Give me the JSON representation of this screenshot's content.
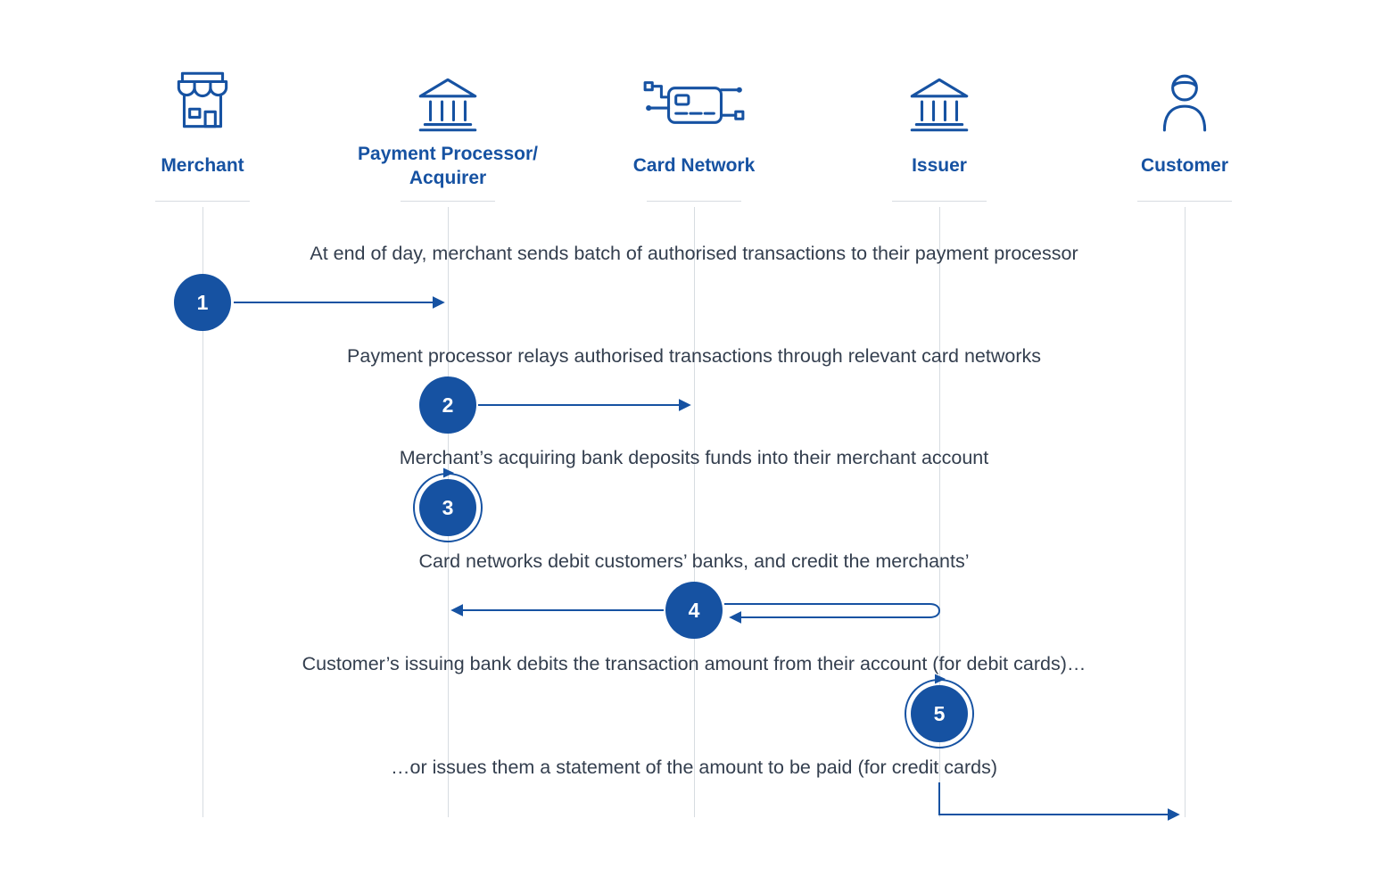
{
  "diagram_title": "card-payment-settlement-sequence",
  "colors": {
    "accent": "#1652a2",
    "text": "#333e4e",
    "lifeline": "#d7dce1"
  },
  "actors": [
    {
      "label": "Merchant",
      "icon": "storefront-icon"
    },
    {
      "label": "Payment Processor/ Acquirer",
      "icon": "bank-icon"
    },
    {
      "label": "Card Network",
      "icon": "card-network-icon"
    },
    {
      "label": "Issuer",
      "icon": "bank-icon"
    },
    {
      "label": "Customer",
      "icon": "person-icon"
    }
  ],
  "steps": [
    {
      "num": "1",
      "text": "At end of day, merchant sends batch of authorised transactions to their payment processor"
    },
    {
      "num": "2",
      "text": "Payment processor relays authorised transactions through relevant card networks"
    },
    {
      "num": "3",
      "text": "Merchant’s acquiring bank deposits funds into their merchant account"
    },
    {
      "num": "4",
      "text": "Card networks debit customers’ banks, and credit the merchants’"
    },
    {
      "num": "5",
      "text": "Customer’s issuing bank debits the transaction amount from their account (for debit cards)…",
      "text2": "…or issues them a statement of the amount to be paid (for credit cards)"
    }
  ]
}
